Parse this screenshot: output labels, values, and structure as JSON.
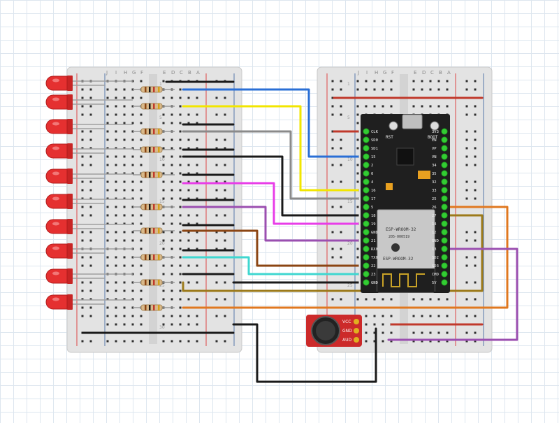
{
  "module": {
    "title": "ESP-WROOM-32",
    "cert": "205-000519",
    "vendor": "ESP-WROOM-32",
    "btn_boot": "BOOT",
    "btn_rst": "RST"
  },
  "header_left_pins": [
    "CLK",
    "SD0",
    "SD1",
    "15",
    "2",
    "0",
    "4",
    "16",
    "17",
    "5",
    "18",
    "19",
    "GND",
    "21",
    "RX0",
    "TX0",
    "22",
    "23",
    "GND"
  ],
  "header_right_pins": [
    "3V3",
    "EN",
    "VP",
    "VN",
    "34",
    "35",
    "32",
    "33",
    "25",
    "26",
    "27",
    "14",
    "12",
    "GND",
    "13",
    "SD2",
    "SD3",
    "CMD",
    "5V"
  ],
  "breadboard_left": {
    "col_letters": [
      "J",
      "I",
      "H",
      "G",
      "F",
      "E",
      "D",
      "C",
      "B",
      "A"
    ],
    "row_numbers": [
      "1",
      "5",
      "10",
      "15",
      "20",
      "25",
      "30"
    ]
  },
  "breadboard_right": {
    "col_letters": [
      "J",
      "I",
      "H",
      "G",
      "F",
      "E",
      "D",
      "C",
      "B",
      "A"
    ],
    "row_numbers": [
      "1",
      "5",
      "10",
      "15",
      "20",
      "25",
      "30"
    ]
  },
  "mic_module": {
    "pins": [
      "VCC",
      "GND",
      "AUD"
    ]
  },
  "colors": {
    "blue": "#2a6fd6",
    "yellow": "#f2e600",
    "gray": "#8a8a8a",
    "magenta": "#e83de8",
    "purple": "#9b4fb0",
    "brown": "#8b4513",
    "cyan": "#3fd7d0",
    "olive": "#9c7a1a",
    "orange": "#e07820",
    "black": "#1a1a1a",
    "led_red": "#e53030",
    "pcb_black": "#1f1f1f",
    "mic_red": "#cc2a2a"
  }
}
